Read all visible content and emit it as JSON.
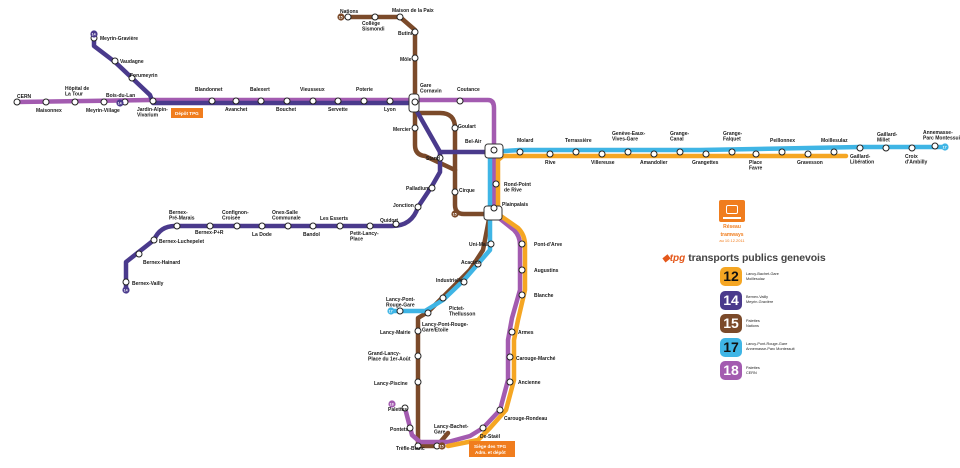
{
  "colors": {
    "line12": "#f5a623",
    "line14": "#4a3a8c",
    "line15": "#7b4a2a",
    "line17": "#3fb5e5",
    "line18": "#a35bb0",
    "tpg_orange": "#f07d1e"
  },
  "depots": {
    "depot_tpg": "Dépôt TPG",
    "siege": "Siège des TPG\nAdm. et dépôt"
  },
  "terminus_badges": [
    "14",
    "15",
    "14",
    "14",
    "15",
    "18",
    "17",
    "15",
    "17"
  ],
  "network": {
    "title_line1": "Réseau",
    "title_line2": "tramways",
    "date": "au 10.12.2011"
  },
  "brand": {
    "mark": "tpg",
    "text": "transports publics genevois"
  },
  "legend": [
    {
      "number": "12",
      "color": "#f5a623",
      "light": false,
      "dest": [
        "Lancy-Bachet-Gare",
        "Moillesulaz"
      ]
    },
    {
      "number": "14",
      "color": "#4a3a8c",
      "light": true,
      "dest": [
        "Bernex-Vailly",
        "Meyrin-Gravière"
      ]
    },
    {
      "number": "15",
      "color": "#7b4a2a",
      "light": true,
      "dest": [
        "Palettes",
        "Nations"
      ]
    },
    {
      "number": "17",
      "color": "#3fb5e5",
      "light": false,
      "dest": [
        "Lancy-Pont-Rouge-Gare",
        "Annemasse-Parc Montessuit"
      ]
    },
    {
      "number": "18",
      "color": "#a35bb0",
      "light": true,
      "dest": [
        "Palettes",
        "CERN"
      ]
    }
  ],
  "stations": [
    {
      "id": "cern",
      "label": [
        "CERN"
      ]
    },
    {
      "id": "maisonnex",
      "label": [
        "Maisonnex"
      ]
    },
    {
      "id": "hopital_tour",
      "label": [
        "Hôpital de",
        "La Tour"
      ]
    },
    {
      "id": "meyrin_village",
      "label": [
        "Meyrin-Village"
      ]
    },
    {
      "id": "bois_du_lan",
      "label": [
        "Bois-du-Lan"
      ]
    },
    {
      "id": "meyrin_graviere",
      "label": [
        "Meyrin-Gravière"
      ]
    },
    {
      "id": "vaudagne",
      "label": [
        "Vaudagne"
      ]
    },
    {
      "id": "forumeyrin",
      "label": [
        "Forumeyrin"
      ]
    },
    {
      "id": "jardin_alpin",
      "label": [
        "Jardin-Alpin-",
        "Vivarium"
      ]
    },
    {
      "id": "blandonnet",
      "label": [
        "Blandonnet"
      ]
    },
    {
      "id": "avanchet",
      "label": [
        "Avanchet"
      ]
    },
    {
      "id": "balexert",
      "label": [
        "Balexert"
      ]
    },
    {
      "id": "bouchet",
      "label": [
        "Bouchet"
      ]
    },
    {
      "id": "vieusseux",
      "label": [
        "Vieusseux"
      ]
    },
    {
      "id": "servette",
      "label": [
        "Servette"
      ]
    },
    {
      "id": "poterie",
      "label": [
        "Poterie"
      ]
    },
    {
      "id": "lyon",
      "label": [
        "Lyon"
      ]
    },
    {
      "id": "nations",
      "label": [
        "Nations"
      ]
    },
    {
      "id": "college_sismondi",
      "label": [
        "Collège",
        "Sismondi"
      ]
    },
    {
      "id": "maison_paix",
      "label": [
        "Maison de la Paix"
      ]
    },
    {
      "id": "butini",
      "label": [
        "Butini"
      ]
    },
    {
      "id": "mole",
      "label": [
        "Môle"
      ]
    },
    {
      "id": "gare_cornavin",
      "label": [
        "Gare",
        "Cornavin"
      ]
    },
    {
      "id": "coutance",
      "label": [
        "Coutance"
      ]
    },
    {
      "id": "mercier",
      "label": [
        "Mercier"
      ]
    },
    {
      "id": "goulart",
      "label": [
        "Goulart"
      ]
    },
    {
      "id": "bel_air",
      "label": [
        "Bel-Air"
      ]
    },
    {
      "id": "stand",
      "label": [
        "Stand"
      ]
    },
    {
      "id": "cirque",
      "label": [
        "Cirque"
      ]
    },
    {
      "id": "palladium",
      "label": [
        "Palladium"
      ]
    },
    {
      "id": "jonction",
      "label": [
        "Jonction"
      ]
    },
    {
      "id": "quidort",
      "label": [
        "Quidort"
      ]
    },
    {
      "id": "petit_lancy",
      "label": [
        "Petit-Lancy-",
        "Place"
      ]
    },
    {
      "id": "esserts",
      "label": [
        "Les Esserts"
      ]
    },
    {
      "id": "bandol",
      "label": [
        "Bandol"
      ]
    },
    {
      "id": "onex_salle",
      "label": [
        "Onex-Salle",
        "Communale"
      ]
    },
    {
      "id": "la_dode",
      "label": [
        "La Dode"
      ]
    },
    {
      "id": "confignon",
      "label": [
        "Confignon-",
        "Croisée"
      ]
    },
    {
      "id": "bernex_p_r",
      "label": [
        "Bernex-P+R"
      ]
    },
    {
      "id": "bernex_pre_marais",
      "label": [
        "Bernex-",
        "Pré-Marais"
      ]
    },
    {
      "id": "bernex_luchepelet",
      "label": [
        "Bernex-Luchepelet"
      ]
    },
    {
      "id": "bernex_hainard",
      "label": [
        "Bernex-Hainard"
      ]
    },
    {
      "id": "bernex_vailly",
      "label": [
        "Bernex-Vailly"
      ]
    },
    {
      "id": "molard",
      "label": [
        "Molard"
      ]
    },
    {
      "id": "rive",
      "label": [
        "Rive"
      ]
    },
    {
      "id": "terrassiere",
      "label": [
        "Terrassière"
      ]
    },
    {
      "id": "villereuse",
      "label": [
        "Villereuse"
      ]
    },
    {
      "id": "geneve_eaux_vives",
      "label": [
        "Genève-Eaux-",
        "Vives-Gare"
      ]
    },
    {
      "id": "amandolier",
      "label": [
        "Amandolier"
      ]
    },
    {
      "id": "grange_canal",
      "label": [
        "Grange-",
        "Canal"
      ]
    },
    {
      "id": "graveyettes",
      "label": [
        "Grangettes"
      ]
    },
    {
      "id": "grange_falquet",
      "label": [
        "Grange-",
        "Falquet"
      ]
    },
    {
      "id": "place_favre",
      "label": [
        "Place",
        "Favre"
      ]
    },
    {
      "id": "peillonnex",
      "label": [
        "Peillonnex"
      ]
    },
    {
      "id": "gravesson",
      "label": [
        "Gravesson"
      ]
    },
    {
      "id": "moillesulaz",
      "label": [
        "Moillesulaz"
      ]
    },
    {
      "id": "gaillard_liberation",
      "label": [
        "Gaillard-",
        "Libération"
      ]
    },
    {
      "id": "gaillard_millet",
      "label": [
        "Gaillard-",
        "Millet"
      ]
    },
    {
      "id": "croix_ambilly",
      "label": [
        "Croix",
        "d'Ambilly"
      ]
    },
    {
      "id": "annemasse_parc",
      "label": [
        "Annemasse-",
        "Parc Montessuit"
      ]
    },
    {
      "id": "rond_point_rive",
      "label": [
        "Rond-Point",
        "de Rive"
      ]
    },
    {
      "id": "plainpalais",
      "label": [
        "Plainpalais"
      ]
    },
    {
      "id": "uni_mail",
      "label": [
        "Uni-Mail"
      ]
    },
    {
      "id": "acacias",
      "label": [
        "Acacias"
      ]
    },
    {
      "id": "industrielle",
      "label": [
        "Industrielle"
      ]
    },
    {
      "id": "pictet",
      "label": [
        "Pictet-",
        "Thellusson"
      ]
    },
    {
      "id": "lancy_pont_rouge_gare",
      "label": [
        "Lancy-Pont-",
        "Rouge-Gare"
      ]
    },
    {
      "id": "lancy_pont_rouge_etoile",
      "label": [
        "Lancy-Pont-Rouge-",
        "Gare/Etoile"
      ]
    },
    {
      "id": "lancy_mairie",
      "label": [
        "Lancy-Mairie"
      ]
    },
    {
      "id": "grand_lancy",
      "label": [
        "Grand-Lancy-",
        "Place du 1er-Août"
      ]
    },
    {
      "id": "lancy_piscine",
      "label": [
        "Lancy-Piscine"
      ]
    },
    {
      "id": "palettes",
      "label": [
        "Palettes"
      ]
    },
    {
      "id": "pontets",
      "label": [
        "Pontets"
      ]
    },
    {
      "id": "trefle_blanc",
      "label": [
        "Trèfle-Blanc"
      ]
    },
    {
      "id": "lancy_bachet_gare",
      "label": [
        "Lancy-Bachet-",
        "Gare"
      ]
    },
    {
      "id": "de_stael",
      "label": [
        "De-Staël"
      ]
    },
    {
      "id": "carouge_rondeau",
      "label": [
        "Carouge-Rondeau"
      ]
    },
    {
      "id": "ancienne",
      "label": [
        "Ancienne"
      ]
    },
    {
      "id": "carouge_marche",
      "label": [
        "Carouge-Marché"
      ]
    },
    {
      "id": "armes",
      "label": [
        "Armes"
      ]
    },
    {
      "id": "blanche",
      "label": [
        "Blanche"
      ]
    },
    {
      "id": "augustins",
      "label": [
        "Augustins"
      ]
    },
    {
      "id": "pont_arve",
      "label": [
        "Pont-d'Arve"
      ]
    }
  ]
}
